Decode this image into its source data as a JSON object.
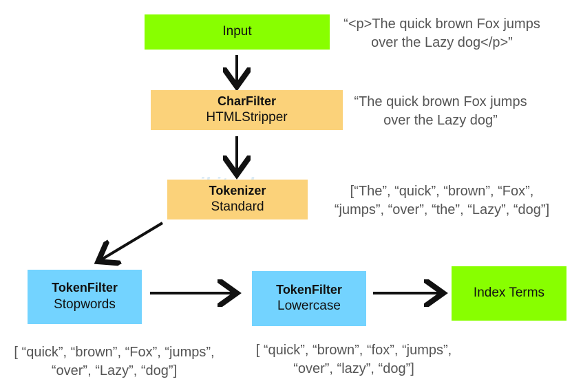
{
  "nodes": {
    "input": {
      "label": "Input"
    },
    "char_filter": {
      "title": "CharFilter",
      "subtitle": "HTMLStripper"
    },
    "tokenizer": {
      "title": "Tokenizer",
      "subtitle": "Standard"
    },
    "stopwords": {
      "title": "TokenFilter",
      "subtitle": "Stopwords"
    },
    "lowercase": {
      "title": "TokenFilter",
      "subtitle": "Lowercase"
    },
    "index_terms": {
      "label": "Index Terms"
    }
  },
  "annotations": {
    "input": [
      "“<p>The quick brown Fox jumps",
      "over the Lazy dog</p>”"
    ],
    "char_filter": [
      "“The quick brown Fox jumps",
      "over the Lazy dog”"
    ],
    "tokenizer": [
      "[“The”, “quick”, “brown”, “Fox”,",
      "“jumps”, “over”, “the”, “Lazy”, “dog”]"
    ],
    "stopwords": [
      "[ “quick”, “brown”, “Fox”, “jumps”,",
      "“over”, “Lazy”, “dog”]"
    ],
    "lowercase": [
      "[ “quick”, “brown”, “fox”, “jumps”,",
      "“over”, “lazy”, “dog”]"
    ]
  },
  "colors": {
    "green": "#88ff00",
    "orange": "#fbd27a",
    "blue": "#73d3ff",
    "arrow": "#111111",
    "annotation_text": "#555555"
  }
}
